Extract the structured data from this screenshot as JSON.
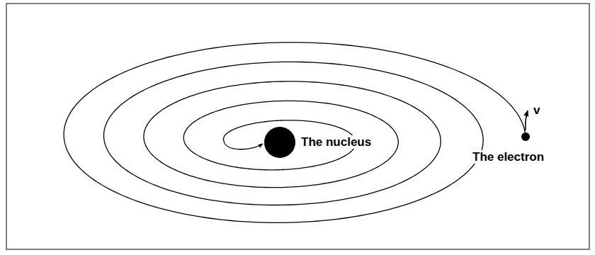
{
  "diagram": {
    "labels": [
      "The nucleus",
      "The electron",
      "v"
    ]
  }
}
